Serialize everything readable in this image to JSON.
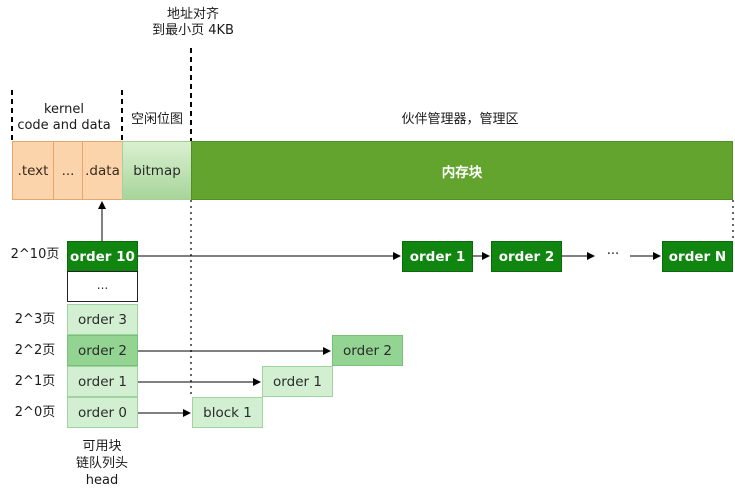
{
  "labels": {
    "align_top": [
      "地址对齐",
      "到最小页 4KB"
    ],
    "kernel": [
      "kernel",
      "code and data"
    ],
    "free_bitmap": "空闲位图",
    "buddy_manager": "伙伴管理器，管理区",
    "head": [
      "可用块",
      "链队列头",
      "head"
    ]
  },
  "memory_bar": {
    "text": ".text",
    "dots": "...",
    "data": ".data",
    "bitmap": "bitmap",
    "block": "内存块"
  },
  "rows": [
    {
      "page_label": "2^10页",
      "order": "order 10"
    },
    {
      "page_label": "",
      "order": "..."
    },
    {
      "page_label": "2^3页",
      "order": "order 3"
    },
    {
      "page_label": "2^2页",
      "order": "order 2"
    },
    {
      "page_label": "2^1页",
      "order": "order 1"
    },
    {
      "page_label": "2^0页",
      "order": "order 0"
    }
  ],
  "chain_top": {
    "n1": "order 1",
    "n2": "order 2",
    "ellipsis": "···",
    "nN": "order N"
  },
  "chain_nodes": {
    "order2": "order 2",
    "order1": "order 1",
    "block1": "block 1"
  },
  "colors": {
    "dark_green": "#108510",
    "mid_green": "#93d493",
    "light_green": "#d2efd2",
    "orange": "#fbd4ac",
    "bar_green": "#62a42e"
  }
}
